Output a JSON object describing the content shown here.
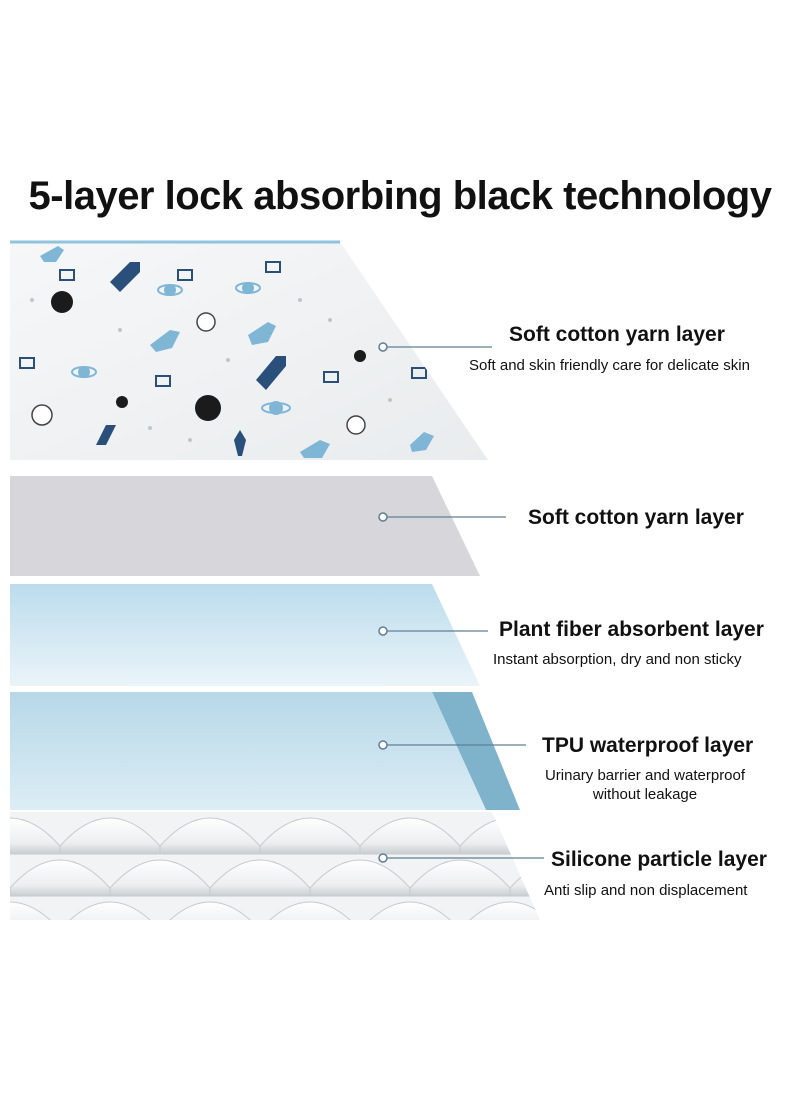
{
  "title": "5-layer lock absorbing black technology",
  "layers": [
    {
      "label": "Soft cotton yarn layer",
      "description": "Soft and skin friendly care for delicate skin"
    },
    {
      "label": "Soft cotton yarn layer",
      "description": ""
    },
    {
      "label": "Plant fiber absorbent layer",
      "description": "Instant absorption, dry and non sticky"
    },
    {
      "label": "TPU waterproof layer",
      "description": "Urinary barrier and waterproof without leakage"
    },
    {
      "label": "Silicone particle layer",
      "description": "Anti slip and non displacement"
    }
  ],
  "colors": {
    "top_print_base": "#f2f3f4",
    "print_blue": "#7fb6d6",
    "print_navy": "#2a4f7a",
    "grey_layer": "#d6d6da",
    "fiber_layer": "#cbe3ef",
    "tpu_layer": "#bcdbe9",
    "tpu_edge": "#7fb3cc",
    "silicone_layer": "#f4f5f6",
    "leader_line": "#5f7f95"
  }
}
